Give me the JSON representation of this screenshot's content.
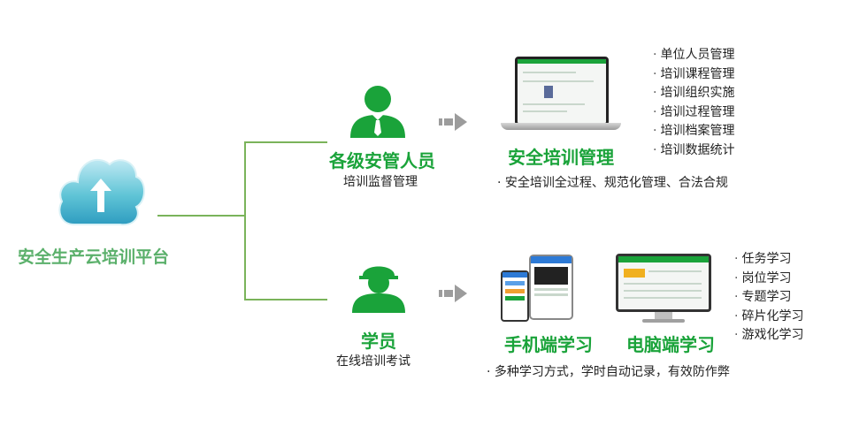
{
  "platform": {
    "title": "安全生产云培训平台"
  },
  "managers": {
    "title": "各级安管人员",
    "subtitle": "培训监督管理"
  },
  "students": {
    "title": "学员",
    "subtitle": "在线培训考试"
  },
  "management": {
    "title": "安全培训管理",
    "features": [
      "单位人员管理",
      "培训课程管理",
      "培训组织实施",
      "培训过程管理",
      "培训档案管理",
      "培训数据统计"
    ],
    "summary": "· 安全培训全过程、规范化管理、合法合规"
  },
  "learning": {
    "mobile_title": "手机端学习",
    "pc_title": "电脑端学习",
    "modes": [
      "任务学习",
      "岗位学习",
      "专题学习",
      "碎片化学习",
      "游戏化学习"
    ],
    "summary": "· 多种学习方式，学时自动记录，有效防作弊"
  },
  "colors": {
    "accent": "#1aa33a",
    "platform_text": "#5bb06b",
    "connector": "#7ab35a",
    "cloud": "#5fc4d6"
  }
}
